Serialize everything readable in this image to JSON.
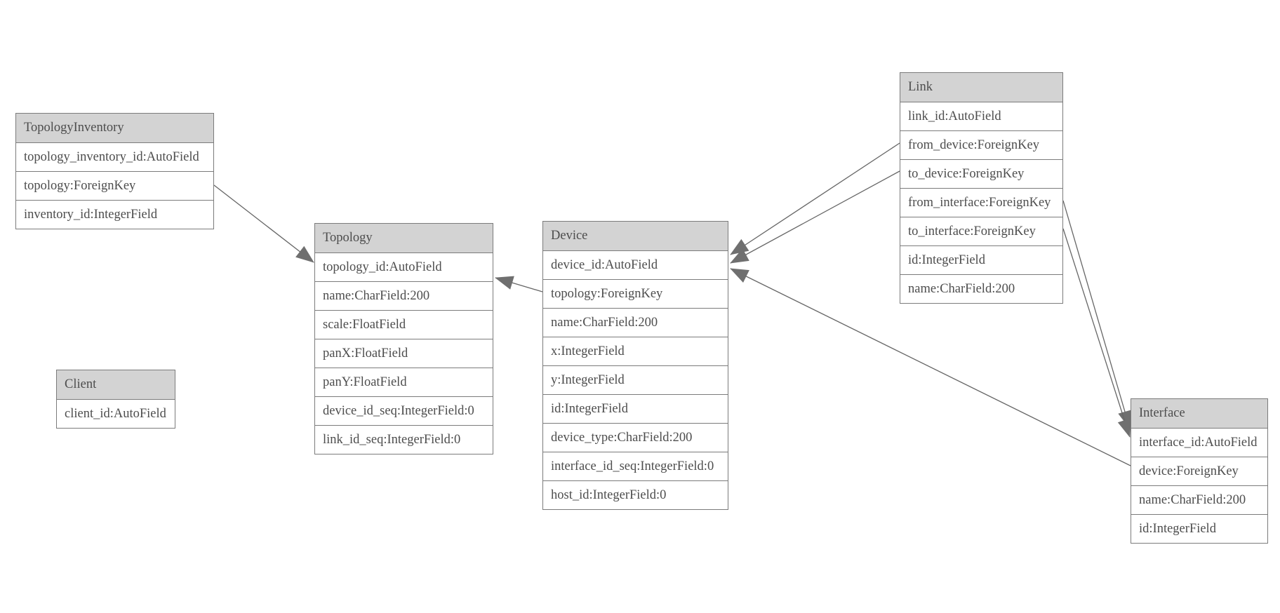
{
  "diagram": {
    "type": "entity-relationship-model-graph",
    "colors": {
      "background": "#ffffff",
      "header_fill": "#d3d3d3",
      "border": "#7b7b7b",
      "text": "#4d4d4d",
      "edge_line": "#666666",
      "arrowhead_fill": "#6f6f6f"
    },
    "entities": [
      {
        "title": "TopologyInventory",
        "fields": [
          "topology_inventory_id:AutoField",
          "topology:ForeignKey",
          "inventory_id:IntegerField"
        ]
      },
      {
        "title": "Topology",
        "fields": [
          "topology_id:AutoField",
          "name:CharField:200",
          "scale:FloatField",
          "panX:FloatField",
          "panY:FloatField",
          "device_id_seq:IntegerField:0",
          "link_id_seq:IntegerField:0"
        ]
      },
      {
        "title": "Client",
        "fields": [
          "client_id:AutoField"
        ]
      },
      {
        "title": "Device",
        "fields": [
          "device_id:AutoField",
          "topology:ForeignKey",
          "name:CharField:200",
          "x:IntegerField",
          "y:IntegerField",
          "id:IntegerField",
          "device_type:CharField:200",
          "interface_id_seq:IntegerField:0",
          "host_id:IntegerField:0"
        ]
      },
      {
        "title": "Link",
        "fields": [
          "link_id:AutoField",
          "from_device:ForeignKey",
          "to_device:ForeignKey",
          "from_interface:ForeignKey",
          "to_interface:ForeignKey",
          "id:IntegerField",
          "name:CharField:200"
        ]
      },
      {
        "title": "Interface",
        "fields": [
          "interface_id:AutoField",
          "device:ForeignKey",
          "name:CharField:200",
          "id:IntegerField"
        ]
      }
    ],
    "relations": [
      {
        "from": "TopologyInventory.topology",
        "to": "Topology"
      },
      {
        "from": "Device.topology",
        "to": "Topology"
      },
      {
        "from": "Link.from_device",
        "to": "Device"
      },
      {
        "from": "Link.to_device",
        "to": "Device"
      },
      {
        "from": "Interface.device",
        "to": "Device"
      },
      {
        "from": "Link.from_interface",
        "to": "Interface"
      },
      {
        "from": "Link.to_interface",
        "to": "Interface"
      }
    ]
  }
}
